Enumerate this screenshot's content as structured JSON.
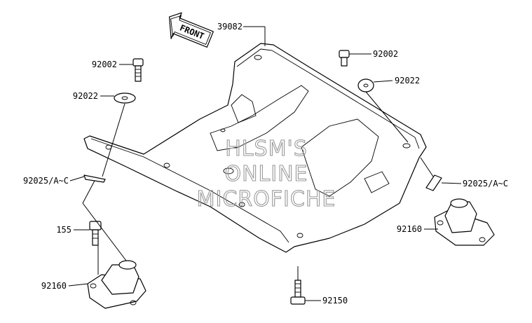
{
  "diagram": {
    "front_arrow_label": "FRONT",
    "watermark": [
      "HLSM'S",
      "ONLINE",
      "MICROFICHE"
    ],
    "parts": {
      "frame": "39082",
      "bolt_left": "92002",
      "washer_left": "92022",
      "clip_left": "92025/A~C",
      "bolt_155": "155",
      "mount_left": "92160",
      "bolt_right": "92002",
      "washer_right": "92022",
      "clip_right": "92025/A~C",
      "mount_right": "92160",
      "bolt_bottom": "92150"
    }
  }
}
